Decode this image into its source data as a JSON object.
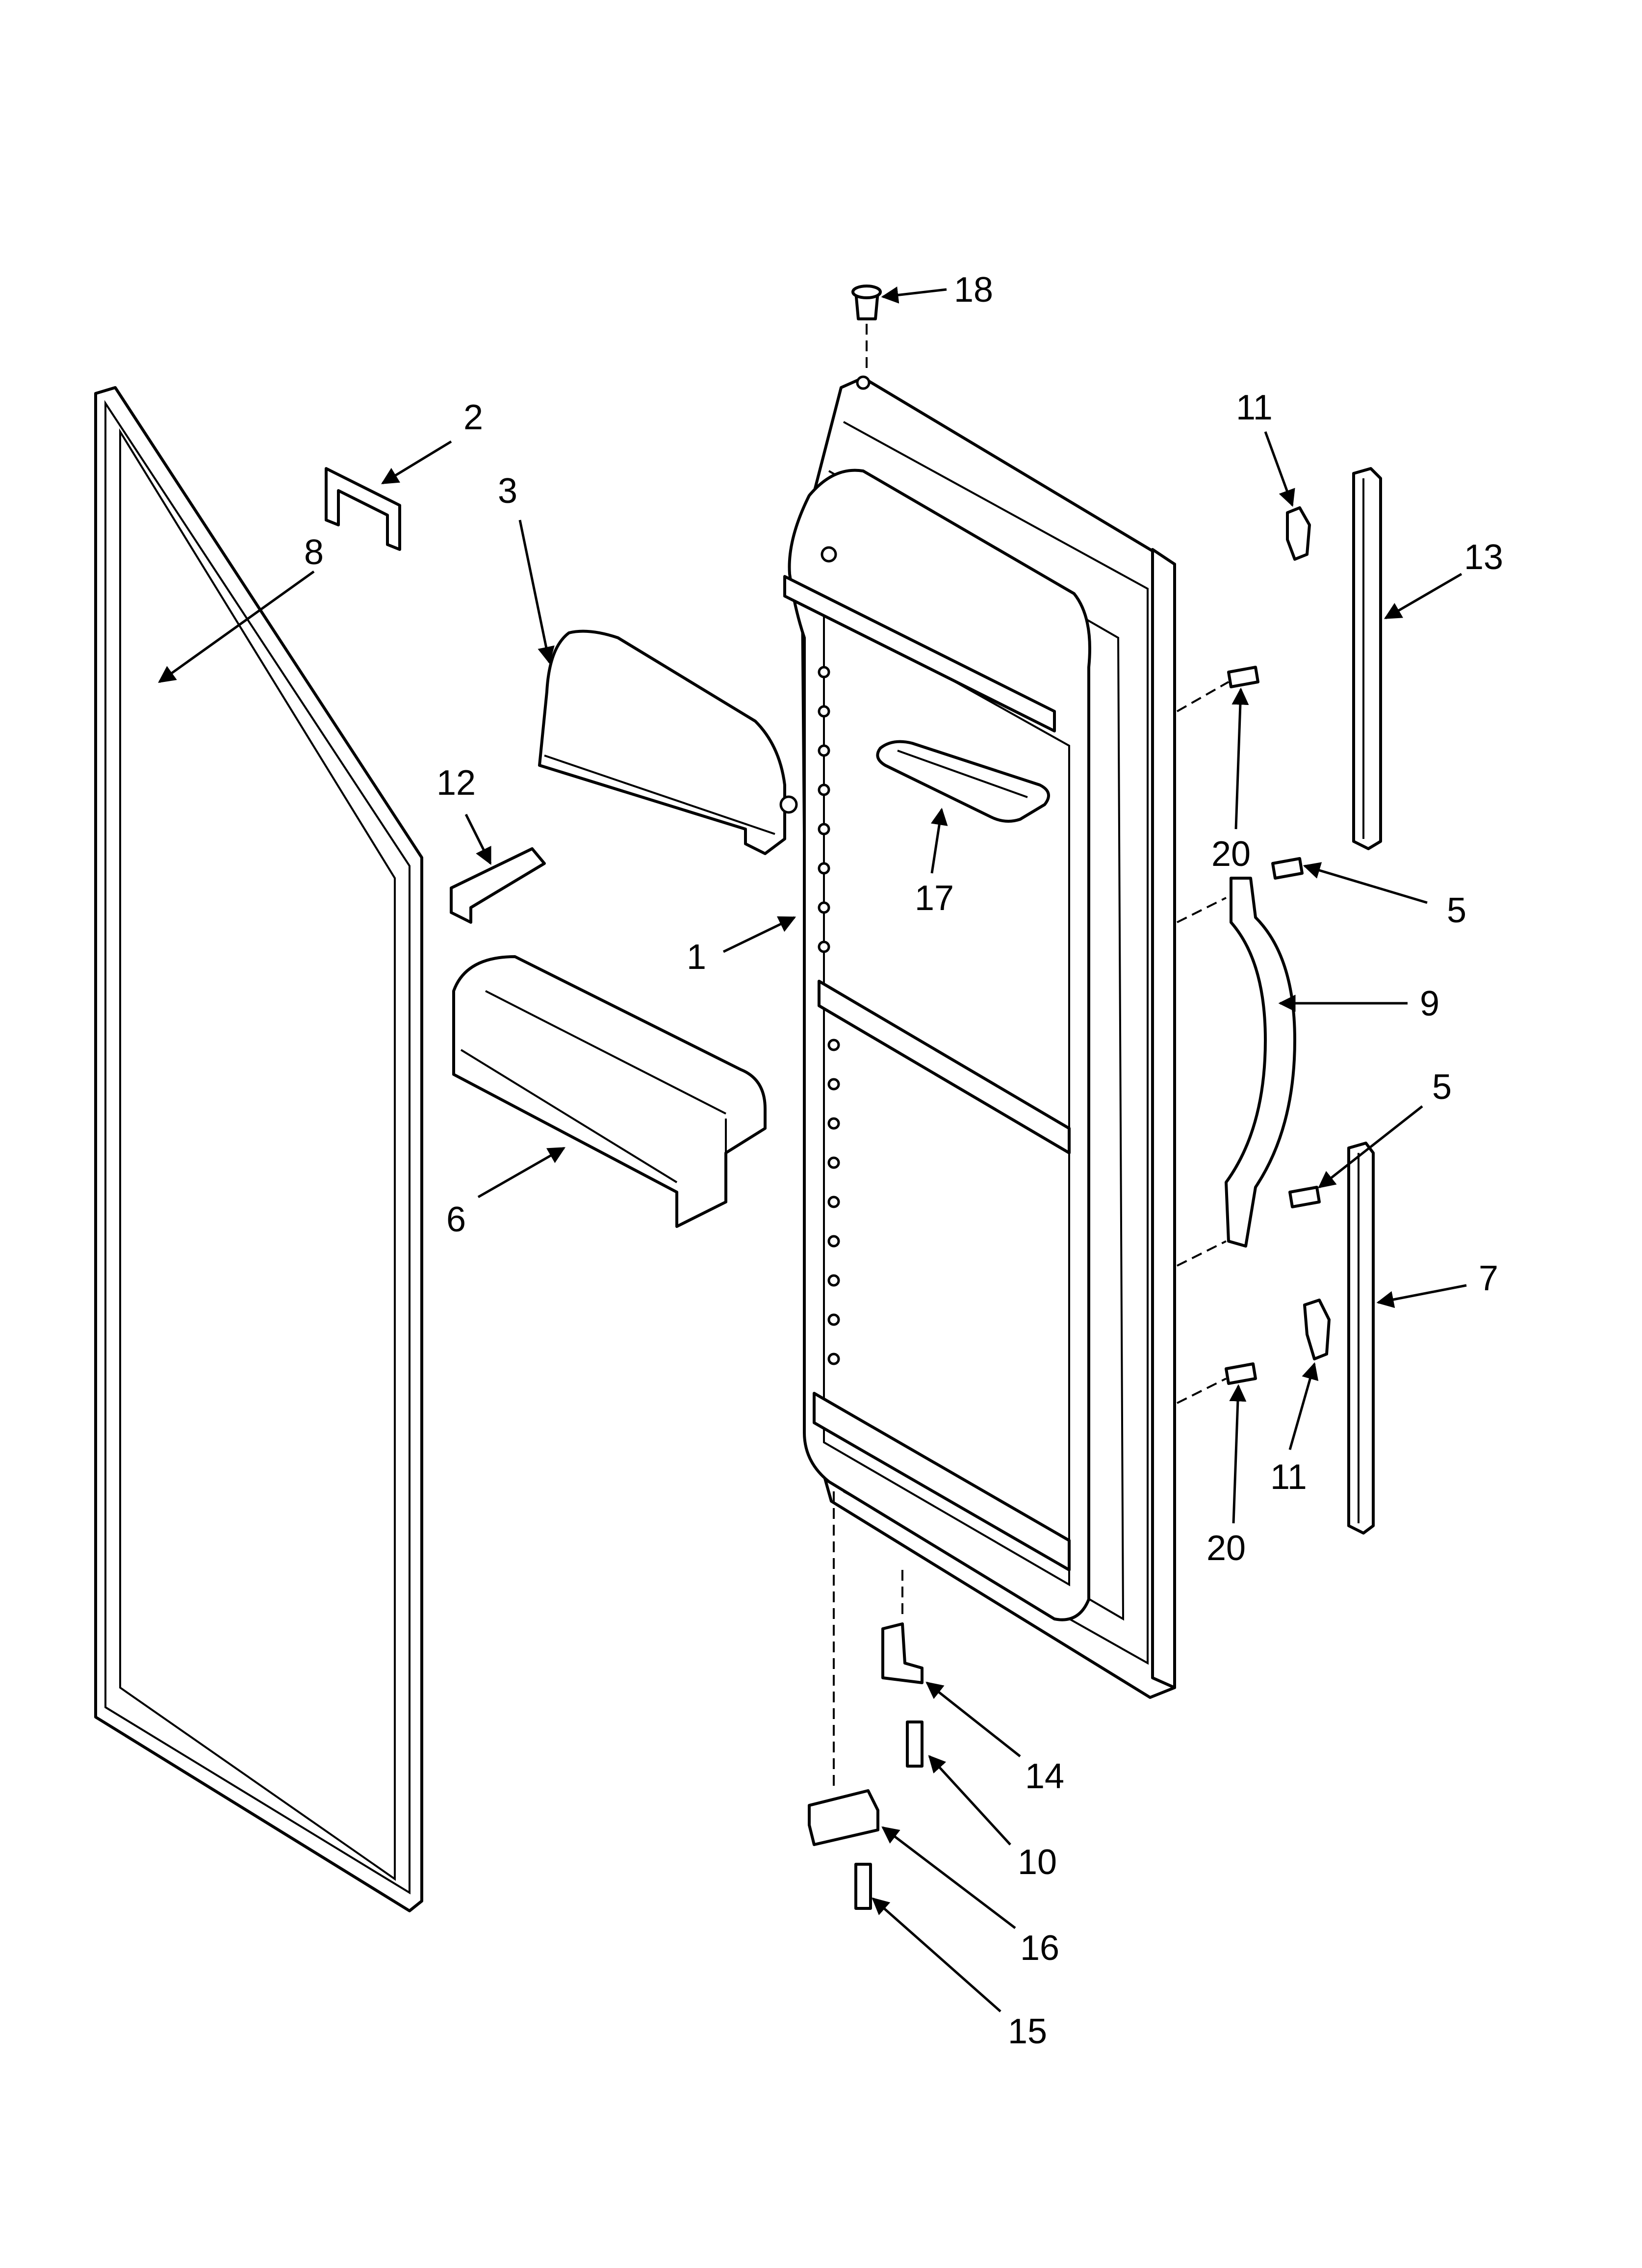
{
  "callouts": [
    {
      "id": "c1",
      "label": "1"
    },
    {
      "id": "c2",
      "label": "2"
    },
    {
      "id": "c3",
      "label": "3"
    },
    {
      "id": "c5a",
      "label": "5"
    },
    {
      "id": "c5b",
      "label": "5"
    },
    {
      "id": "c6",
      "label": "6"
    },
    {
      "id": "c7",
      "label": "7"
    },
    {
      "id": "c8",
      "label": "8"
    },
    {
      "id": "c9",
      "label": "9"
    },
    {
      "id": "c10",
      "label": "10"
    },
    {
      "id": "c11a",
      "label": "11"
    },
    {
      "id": "c11b",
      "label": "11"
    },
    {
      "id": "c12",
      "label": "12"
    },
    {
      "id": "c13",
      "label": "13"
    },
    {
      "id": "c14",
      "label": "14"
    },
    {
      "id": "c15",
      "label": "15"
    },
    {
      "id": "c16",
      "label": "16"
    },
    {
      "id": "c17",
      "label": "17"
    },
    {
      "id": "c18",
      "label": "18"
    },
    {
      "id": "c20a",
      "label": "20"
    },
    {
      "id": "c20b",
      "label": "20"
    }
  ]
}
